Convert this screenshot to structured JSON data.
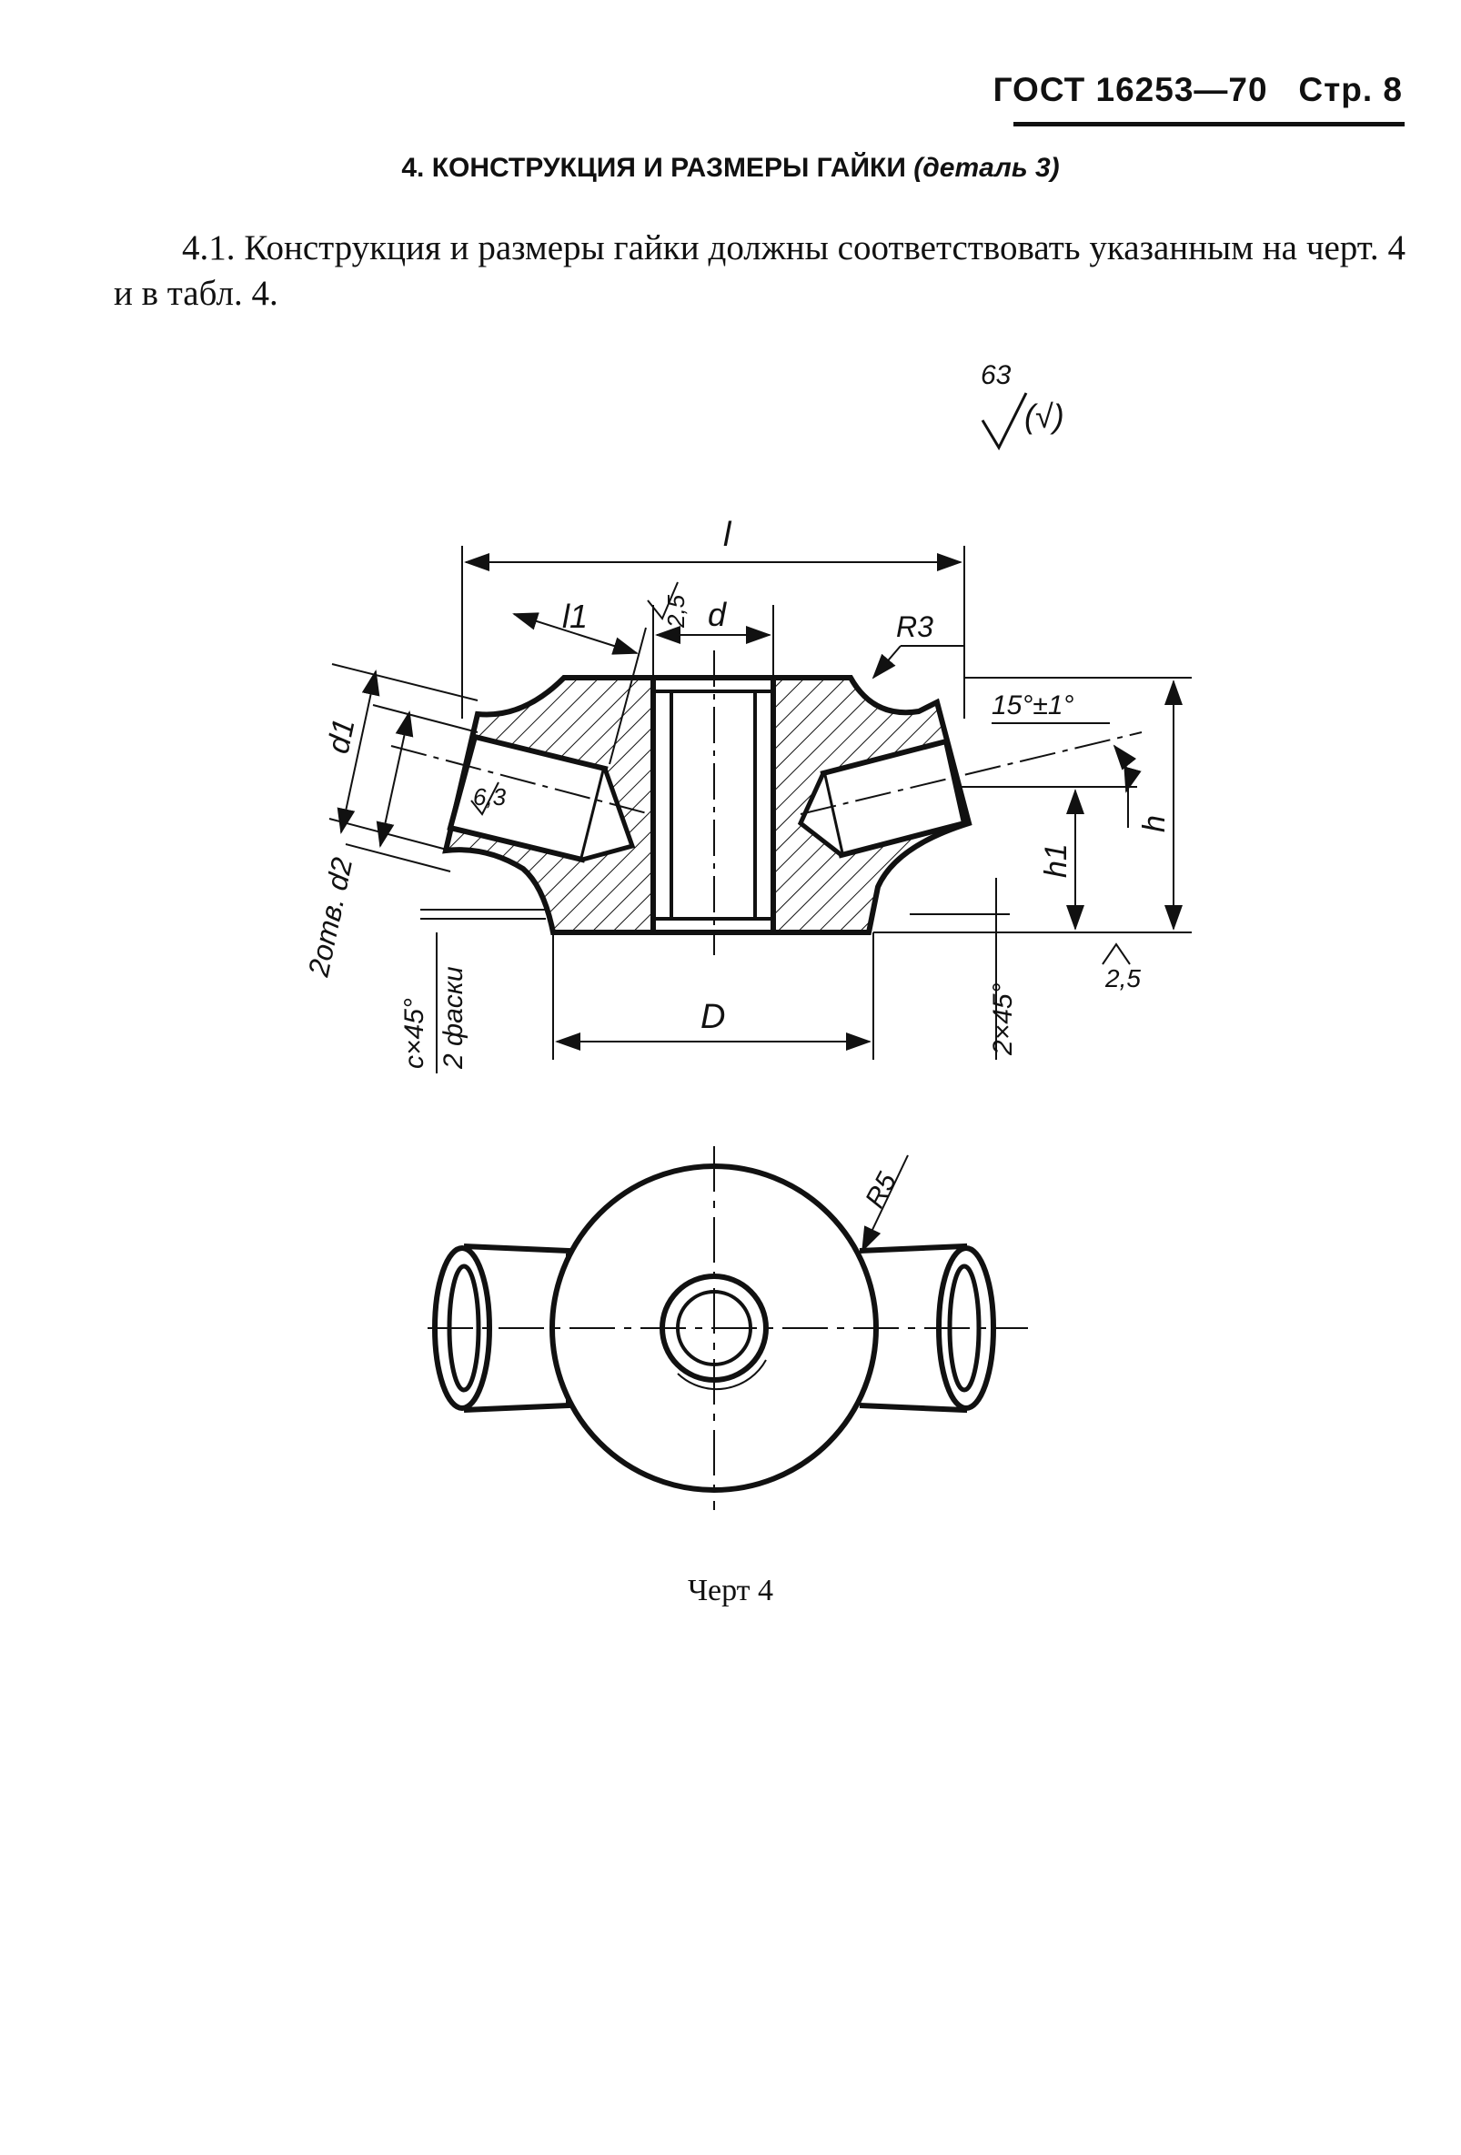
{
  "header": {
    "standard": "ГОСТ 16253—70",
    "page": "Стр. 8"
  },
  "section": {
    "title": "4. КОНСТРУКЦИЯ И РАЗМЕРЫ ГАЙКИ",
    "part": "(деталь 3)"
  },
  "paragraph": {
    "number": "4.1.",
    "text": "Конструкция и размеры гайки должны соответствовать указанным на черт. 4 и в табл. 4."
  },
  "roughness": {
    "general": "63",
    "bracket": "(√)"
  },
  "drawing": {
    "dim_l": "l",
    "dim_l1": "l1",
    "dim_d": "d",
    "dim_d1": "d1",
    "dim_d2": "2отв. d2",
    "dim_D": "D",
    "dim_h": "h",
    "dim_h1": "h1",
    "radius_r3": "R3",
    "radius_r5": "R5",
    "angle": "15°±1°",
    "roughness_25": "2,5",
    "roughness_63": "6,3",
    "chamfer_c": "c×45°",
    "chamfer_c_note": "2 фаски",
    "chamfer_2": "2×45°"
  },
  "caption": "Черт 4"
}
